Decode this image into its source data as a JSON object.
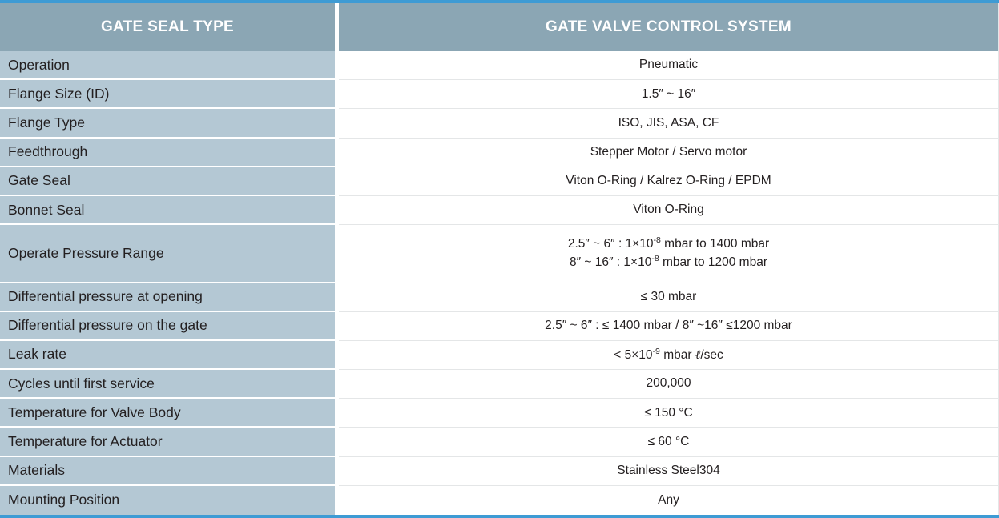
{
  "theme": {
    "accent_blue": "#3e9bd4",
    "header_gray_blue": "#8ba6b4",
    "label_cell_blue": "#b4c8d4",
    "text_dark": "#231f20",
    "value_cell_bg": "#ffffff"
  },
  "table": {
    "columns": [
      {
        "key": "gate_seal_type",
        "header": "GATE SEAL TYPE"
      },
      {
        "key": "gate_valve_control_system",
        "header": "GATE VALVE CONTROL SYSTEM"
      }
    ],
    "rows": [
      {
        "label": "Operation",
        "value_lines": [
          "Pneumatic"
        ]
      },
      {
        "label": "Flange Size (ID)",
        "value_lines": [
          "1.5″ ~ 16″"
        ]
      },
      {
        "label": "Flange Type",
        "value_lines": [
          "ISO, JIS, ASA, CF"
        ]
      },
      {
        "label": "Feedthrough",
        "value_lines": [
          "Stepper Motor / Servo motor"
        ]
      },
      {
        "label": "Gate Seal",
        "value_lines": [
          "Viton O-Ring / Kalrez O-Ring / EPDM"
        ]
      },
      {
        "label": "Bonnet Seal",
        "value_lines": [
          "Viton O-Ring"
        ]
      },
      {
        "label": "Operate Pressure Range",
        "value_lines": [
          "2.5″ ~ 6″ : 1×10-8 mbar to 1400 mbar",
          "8″ ~ 16″ : 1×10-8 mbar to 1200 mbar"
        ],
        "value_html": [
          "2.5″ ~ 6″ : 1×10<sup>-8</sup> mbar to 1400 mbar",
          "8″ ~ 16″ : 1×10<sup>-8</sup> mbar to 1200 mbar"
        ],
        "tall": true
      },
      {
        "label": "Differential pressure at opening",
        "value_lines": [
          "≤ 30 mbar"
        ]
      },
      {
        "label": "Differential pressure on the gate",
        "value_lines": [
          "2.5″ ~ 6″ : ≤ 1400 mbar / 8″ ~16″ ≤1200 mbar"
        ]
      },
      {
        "label": "Leak rate",
        "value_lines": [
          "< 5×10-9 mbar ℓ/sec"
        ],
        "value_html": [
          "< 5×10<sup>-9</sup> mbar <span class=\"script-l\">ℓ</span>/sec"
        ]
      },
      {
        "label": "Cycles until first service",
        "value_lines": [
          "200,000"
        ]
      },
      {
        "label": "Temperature for Valve Body",
        "value_lines": [
          "≤ 150 °C"
        ]
      },
      {
        "label": "Temperature for Actuator",
        "value_lines": [
          "≤ 60 °C"
        ]
      },
      {
        "label": "Materials",
        "value_lines": [
          "Stainless Steel304"
        ]
      },
      {
        "label": "Mounting Position",
        "value_lines": [
          "Any"
        ]
      }
    ]
  }
}
